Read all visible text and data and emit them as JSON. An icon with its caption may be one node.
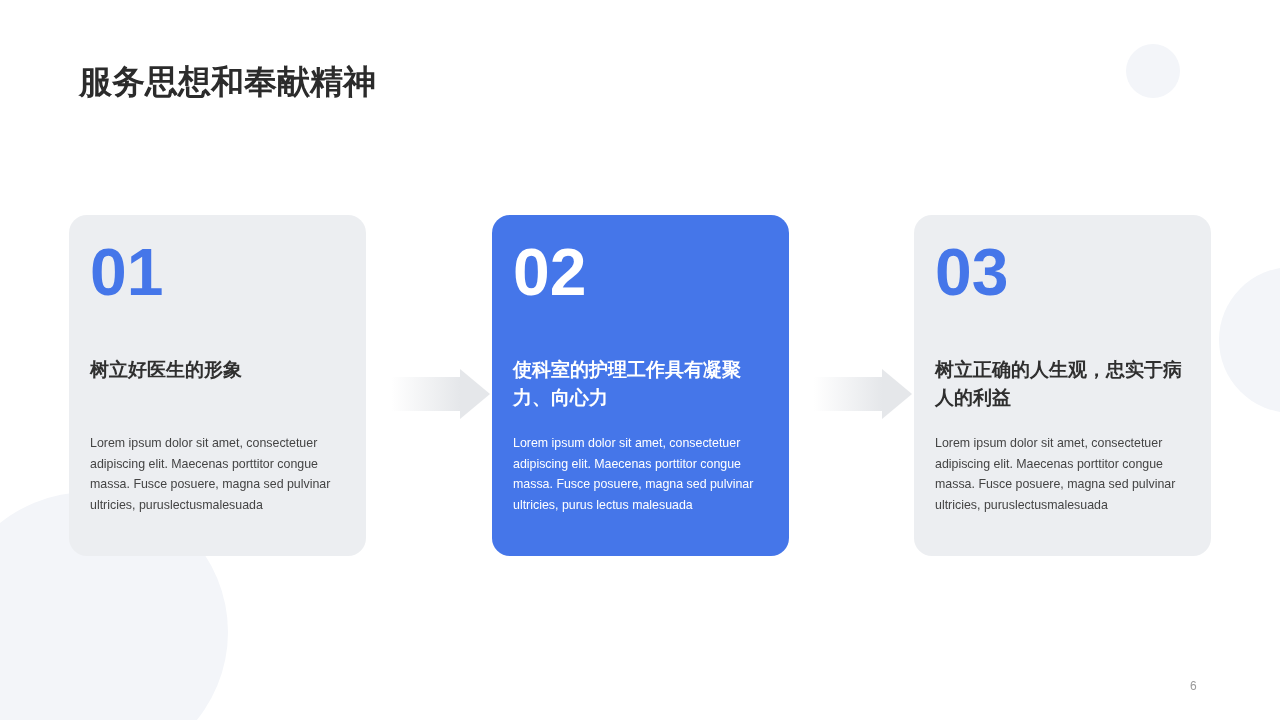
{
  "diagram": {
    "title": "服务思想和奉献精神",
    "nodes": [
      {
        "text": [
          "01",
          "树立好医生的形象",
          "Lorem ipsum dolor sit amet, consectetuer adipiscing elit. Maecenas porttitor congue massa. Fusce posuere, magna sed pulvinar ultricies, puruslectusmalesuada"
        ]
      },
      {
        "text": [
          "02",
          "使科室的护理工作具有凝聚力、向心力",
          "Lorem ipsum dolor sit amet, consectetuer adipiscing elit. Maecenas porttitor congue massa. Fusce posuere, magna sed pulvinar ultricies, purus lectus malesuada"
        ]
      },
      {
        "text": [
          "03",
          "树立正确的人生观，忠实于病人的利益",
          "Lorem ipsum dolor sit amet, consectetuer adipiscing elit. Maecenas porttitor congue massa. Fusce posuere, magna sed pulvinar ultricies, puruslectusmalesuada"
        ]
      }
    ],
    "edges": [
      {
        "from": 0,
        "to": 1,
        "arrow": "to"
      },
      {
        "from": 1,
        "to": 2,
        "arrow": "to"
      }
    ],
    "labels": [
      "6"
    ]
  }
}
